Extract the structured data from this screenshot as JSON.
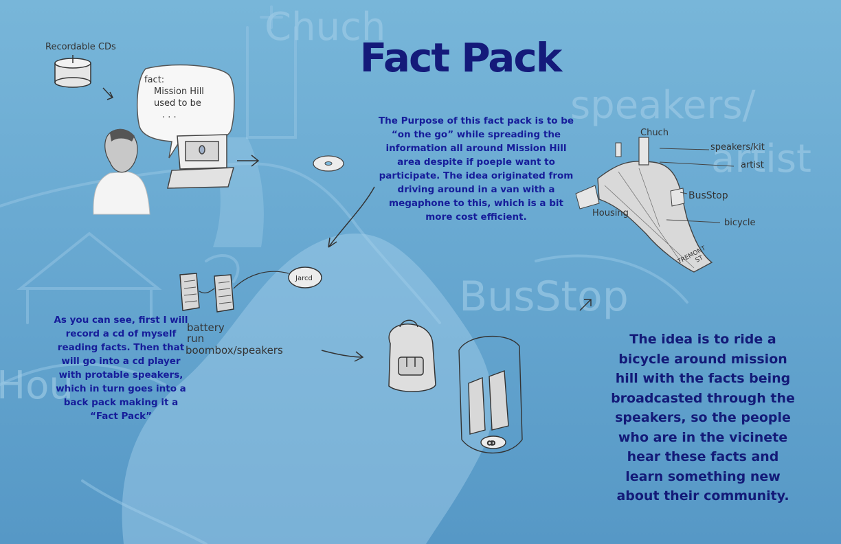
{
  "title": "Fact Pack",
  "speech_bubble": {
    "line1": "fact:",
    "line2": "Mission Hill",
    "line3": "used to be",
    "line4": ". . ."
  },
  "labels": {
    "recordable_cds": "Recordable CDs",
    "cd_player_label": "Jarcd",
    "battery_caption": [
      "battery",
      "run",
      "boombox/speakers"
    ],
    "cd_label": "CD"
  },
  "map_labels": {
    "church": "Chuch",
    "speakers_kit": "speakers/kit",
    "artist": "artist",
    "busstop": "BusStop",
    "housing": "Housing",
    "bicycle": "bicycle",
    "tremont_line1": "TREMONT",
    "tremont_line2": "ST"
  },
  "background_words": {
    "chuch": "Chuch",
    "speakers": "speakers/",
    "artist": "artist",
    "busstop": "BusStop",
    "housing": "Hou"
  },
  "purpose_text": "The Purpose of this fact pack is to be “on the go” while spreading the information all around Mission Hill area despite if poeple want to participate. The idea originated from driving around in a van with a megaphone to this, which is a bit more cost efficient.",
  "steps_text": "As you can see, first I will record a cd of myself reading facts. Then that will go into a cd player with protable speakers, which in turn goes into a back pack making it a “Fact Pack”",
  "idea_text": "The idea is to ride a bicycle around mission hill with the facts being broadcasted through the speakers, so the people who are in the vicinete hear these facts and learn something new about their community.",
  "colors": {
    "background": "#6aaad2",
    "title": "#141a7a",
    "body_text": "#161d9a",
    "sketch": "#333333"
  }
}
